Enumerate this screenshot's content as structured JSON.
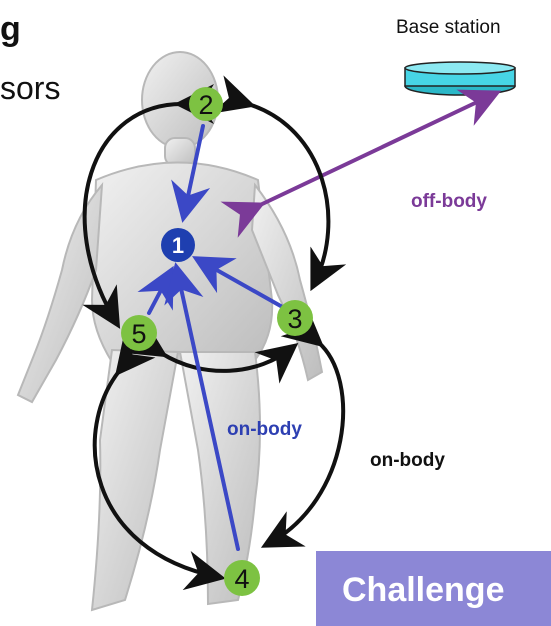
{
  "title_fragment": "g",
  "subtitle_fragment": "sors",
  "base_station_label": "Base station",
  "off_body_label": "off-body",
  "on_body_label_blue": "on-body",
  "on_body_label_black": "on-body",
  "challenge_label": "Challenge",
  "nodes": {
    "n1": "1",
    "n2": "2",
    "n3": "3",
    "n4": "4",
    "n5": "5"
  },
  "colors": {
    "node_green": "#7dc242",
    "hub_blue": "#1e3fb0",
    "blue_arrow": "#3b48c6",
    "purple_arrow": "#7b3a98",
    "black_arrow": "#111111",
    "base_station": "#47d5e6",
    "challenge_bg": "#8c87d6"
  }
}
